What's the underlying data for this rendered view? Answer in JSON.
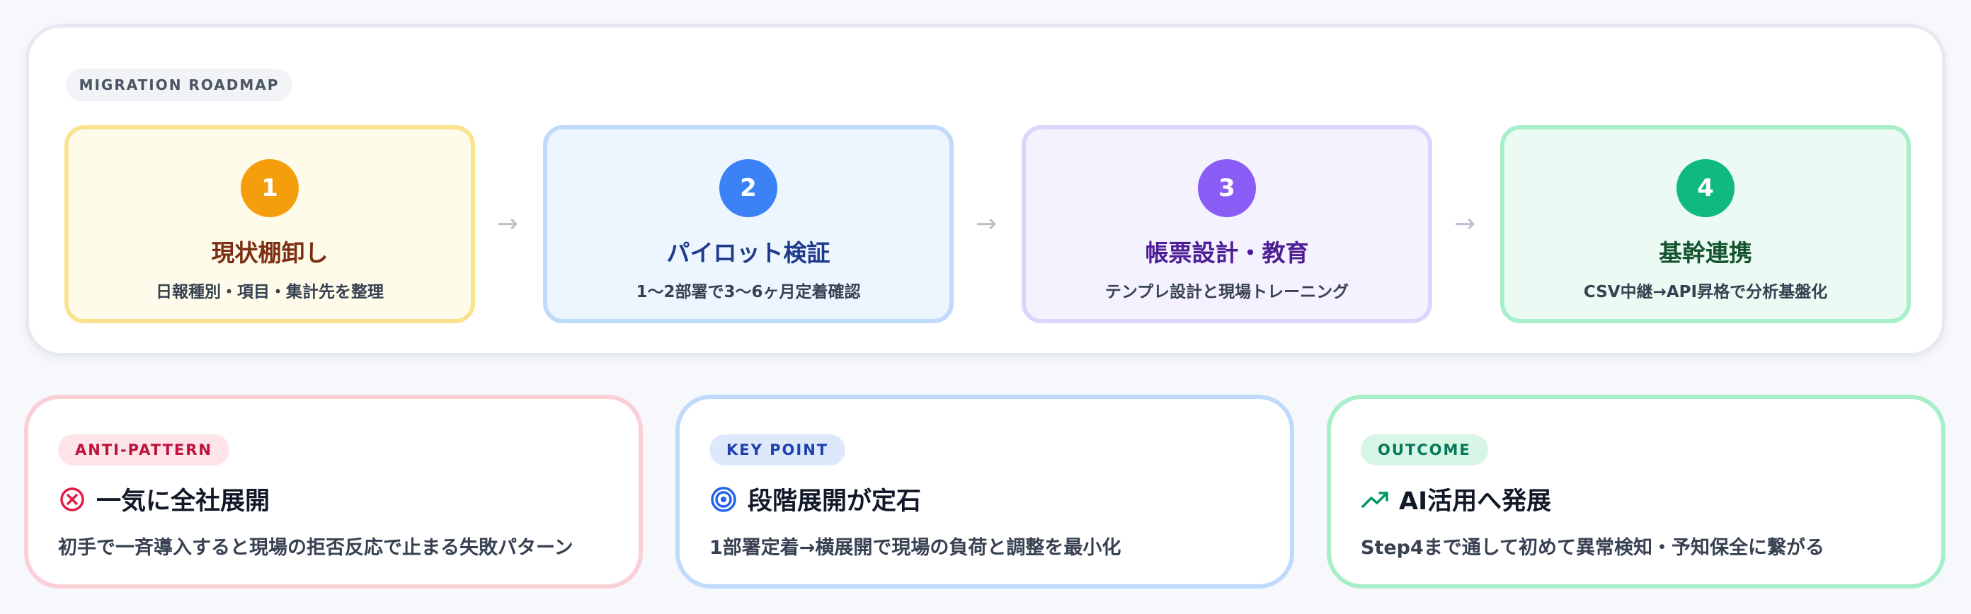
{
  "roadmap": {
    "label": "MIGRATION ROADMAP",
    "steps": [
      {
        "number": "1",
        "title": "現状棚卸し",
        "desc": "日報種別・項目・集計先を整理",
        "color": "#f59e0b"
      },
      {
        "number": "2",
        "title": "パイロット検証",
        "desc": "1〜2部署で3〜6ヶ月定着確認",
        "color": "#3b82f6"
      },
      {
        "number": "3",
        "title": "帳票設計・教育",
        "desc": "テンプレ設計と現場トレーニング",
        "color": "#8b5cf6"
      },
      {
        "number": "4",
        "title": "基幹連携",
        "desc": "CSV中継→API昇格で分析基盤化",
        "color": "#10b981"
      }
    ],
    "arrow": "→"
  },
  "cards": [
    {
      "chip": "ANTI-PATTERN",
      "icon": "x-circle-icon",
      "title": "一気に全社展開",
      "body": "初手で一斉導入すると現場の拒否反応で止まる失敗パターン",
      "accent": "#e11d48"
    },
    {
      "chip": "KEY POINT",
      "icon": "target-icon",
      "title": "段階展開が定石",
      "body": "1部署定着→横展開で現場の負荷と調整を最小化",
      "accent": "#2563eb"
    },
    {
      "chip": "OUTCOME",
      "icon": "trending-up-icon",
      "title": "AI活用へ発展",
      "body": "Step4まで通して初めて異常検知・予知保全に繋がる",
      "accent": "#059669"
    }
  ]
}
